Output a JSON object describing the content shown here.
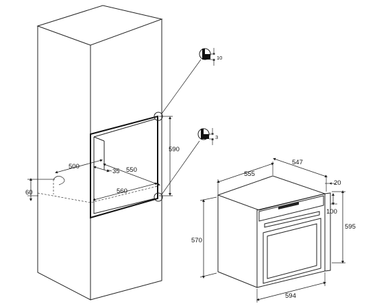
{
  "cabinet_dims": {
    "depth": "500",
    "setback": "35",
    "niche_depth": "550",
    "niche_width": "560",
    "niche_height": "590",
    "vent_height": "60"
  },
  "oven_dims": {
    "depth": "555",
    "width_inner": "547",
    "front_offset": "20",
    "control_height": "100",
    "body_height": "570",
    "total_height": "595",
    "front_width": "594"
  },
  "detail_dims": {
    "top_gap": "10",
    "side_gap": "3"
  }
}
